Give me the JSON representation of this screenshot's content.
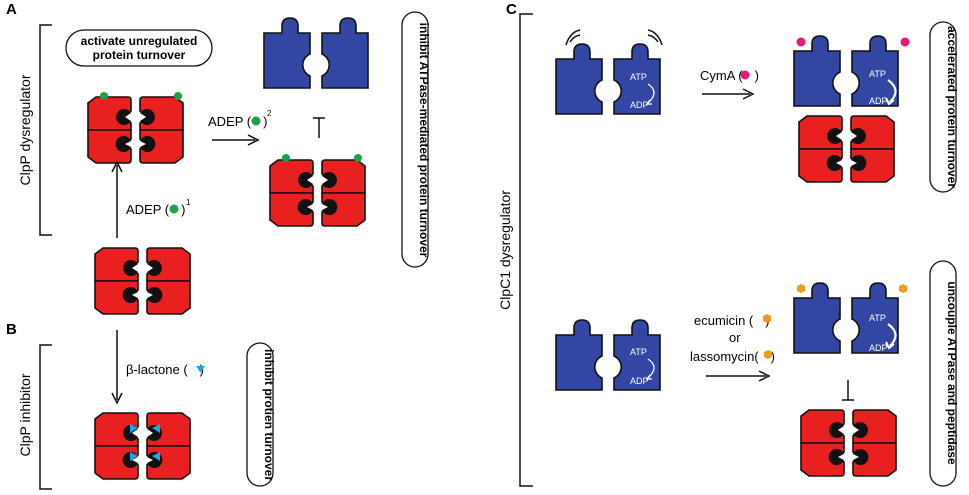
{
  "panels": {
    "a": {
      "letter": "A",
      "side_label": "ClpP dysregulator",
      "pill_activate": [
        "activate unregulated",
        "protein turnover"
      ],
      "adep_label_1": "ADEP (",
      "adep_label_1_end": ")",
      "adep_label_1_sup": "1",
      "adep_label_2": "ADEP (",
      "adep_label_2_end": ")",
      "adep_label_2_sup": "2",
      "pill_inhibit": "inhibit ATPase-mediated protein turnover"
    },
    "b": {
      "letter": "B",
      "side_label": "ClpP inhibitor",
      "lactone_label": "β-lactone (",
      "lactone_label_end": ")",
      "pill": "inhibit protien turnover"
    },
    "c": {
      "letter": "C",
      "side_label": "ClpC1 dysregulator",
      "cyma_label": "CymA (",
      "cyma_label_end": ")",
      "pill_accelerated": "accelerated protein turnover",
      "ecumicin_label": "ecumicin (",
      "ecumicin_label_end": ")",
      "or_label": "or",
      "lassomycin_label": "lassomycin(",
      "lassomycin_label_end": ")",
      "pill_uncouple": "uncouple ATPase and peptidase",
      "atp": "ATP",
      "adp": "ADP"
    }
  },
  "colors": {
    "clpp": "#e8201f",
    "clpc1": "#3346a4",
    "adep": "#1aa24a",
    "beta_lactone": "#1ea7e1",
    "cyma": "#e5197a",
    "ecumicin": "#f39a1e"
  },
  "icons": [
    "clpp-complex-icon",
    "clpc1-complex-icon",
    "adep-dot-icon",
    "beta-lactone-triangle-icon",
    "cyma-dot-icon",
    "ecumicin-hexagon-icon"
  ]
}
